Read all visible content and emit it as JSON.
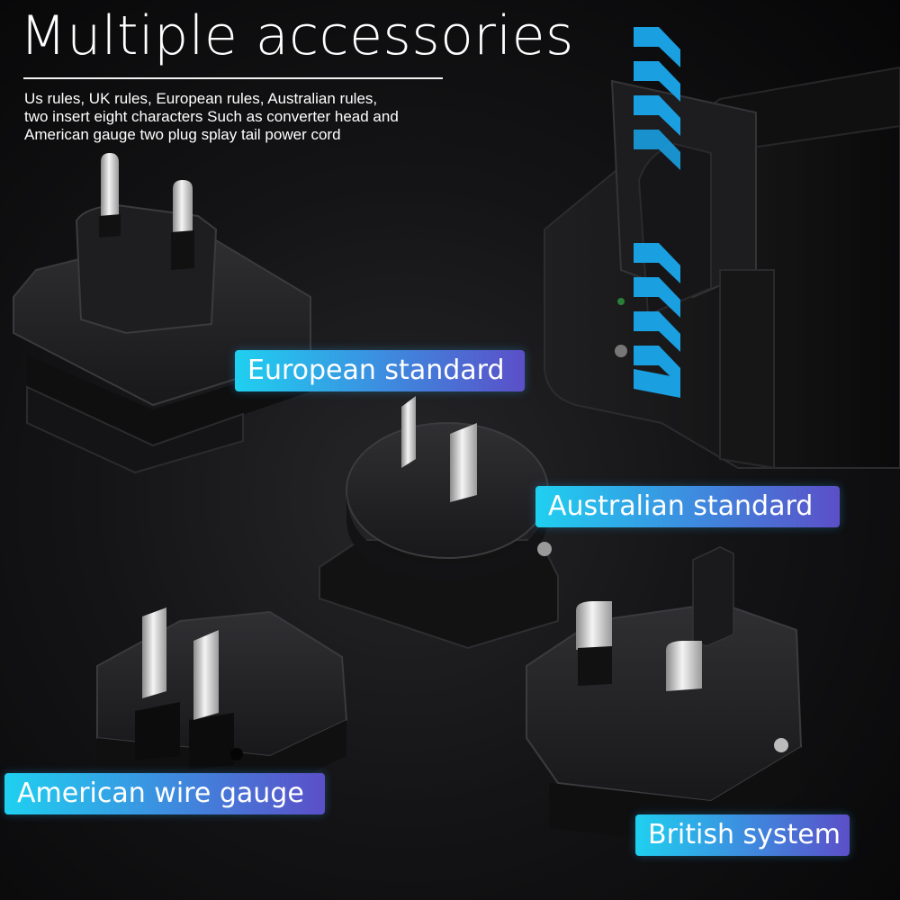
{
  "header": {
    "title": "Multiple accessories",
    "description_lines": [
      "Us rules, UK rules, European rules, Australian rules,",
      "two insert eight characters Such as converter head and",
      "American gauge two plug splay tail power cord"
    ]
  },
  "labels": {
    "european": "European standard",
    "australian": "Australian standard",
    "american": "American wire gauge",
    "british": "British system"
  },
  "colors": {
    "label_gradient_start": "#1fd0f0",
    "label_gradient_end": "#5b4fc8",
    "arrow_blue": "#1a9fe0",
    "plug_body": "#1b1b1d",
    "pin_metal": "#d8d8d8"
  }
}
